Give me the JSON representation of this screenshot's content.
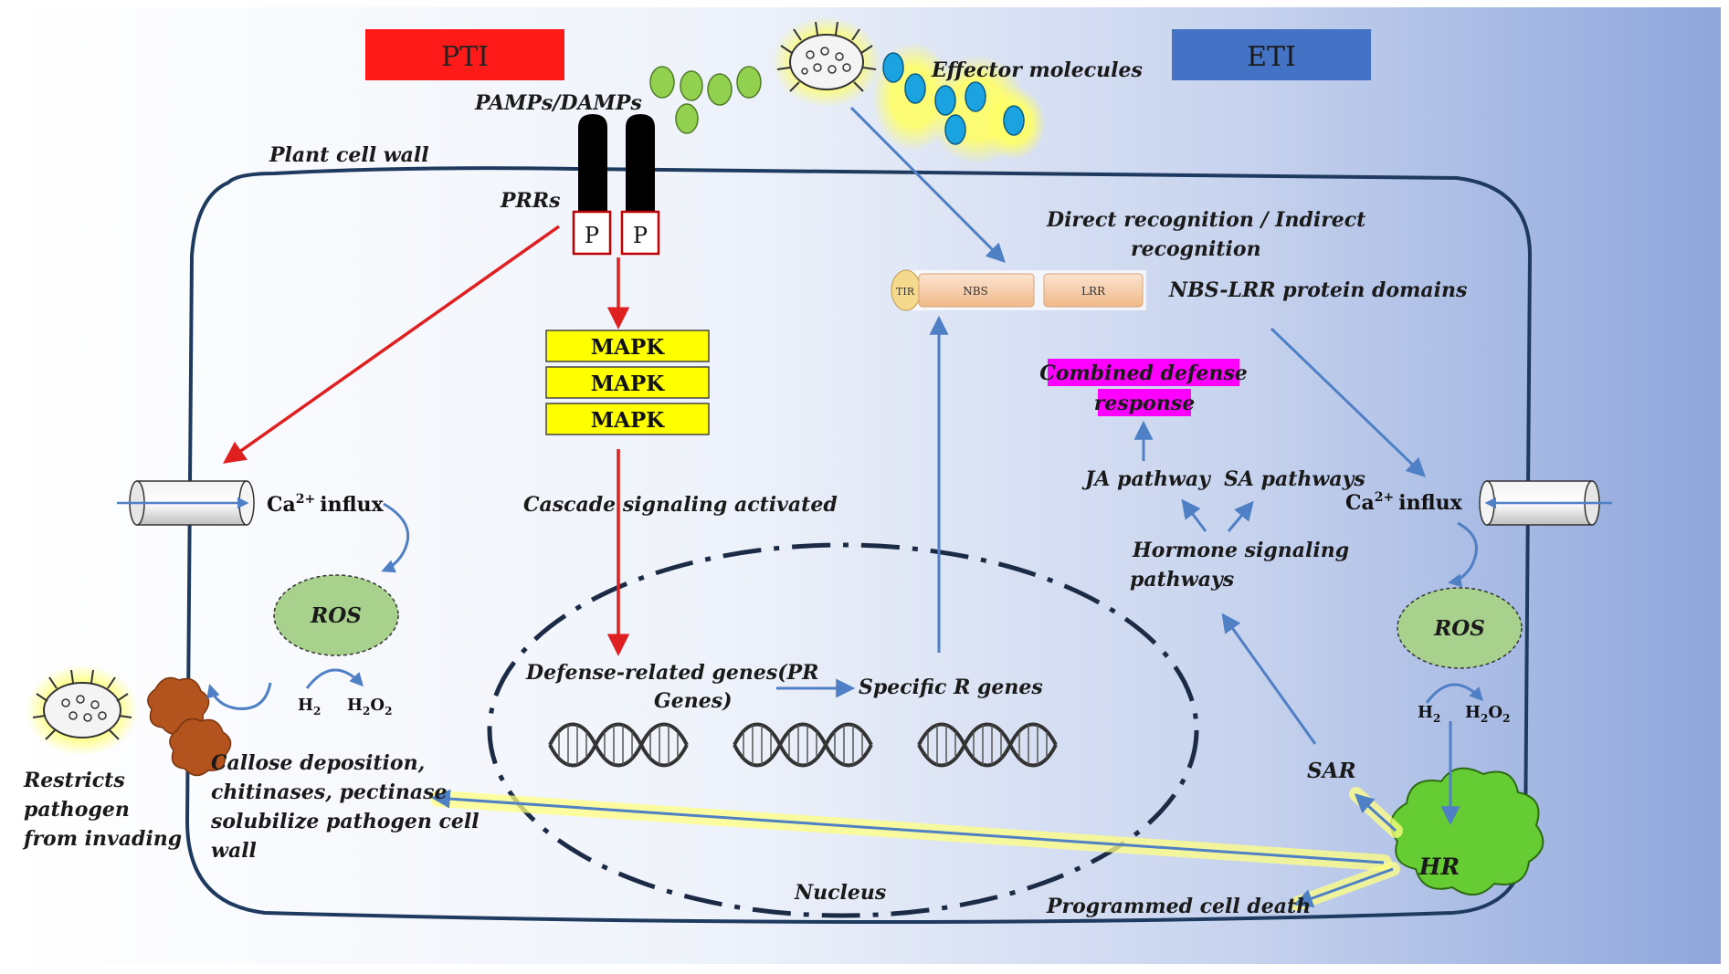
{
  "headers": {
    "pti": "PTI",
    "eti": "ETI"
  },
  "labels": {
    "pamps": "PAMPs/DAMPs",
    "effector": "Effector molecules",
    "cell_wall": "Plant cell wall",
    "prrs": "PRRs",
    "p_letter": "P",
    "mapk": "MAPK",
    "recognition_1": "Direct recognition / Indirect",
    "recognition_2": "recognition",
    "domain_tir": "TIR",
    "domain_nbs": "NBS",
    "domain_lrr": "LRR",
    "nbs_lrr": "NBS-LRR protein domains",
    "combined_1": "Combined defense",
    "combined_2": "response",
    "ja": "JA pathway",
    "sa": "SA pathways",
    "hormone_1": "Hormone signaling",
    "hormone_2": "pathways",
    "ca_influx": "influx",
    "ca_ion": "Ca",
    "ca_charge": "2+",
    "cascade": "Cascade signaling activated",
    "ros": "ROS",
    "h2": "H",
    "h2o2_h": "H",
    "h2o2_o": "O",
    "sub_2": "2",
    "defense_1": "Defense-related genes(PR",
    "defense_2": "Genes)",
    "specific_r": "Specific R genes",
    "restricts_1": "Restricts",
    "restricts_2": "pathogen",
    "restricts_3": "from invading",
    "callose_1": "Callose deposition,",
    "callose_2": "chitinases, pectinase",
    "callose_3": "solubilize pathogen cell",
    "callose_4": "wall",
    "sar": "SAR",
    "hr": "HR",
    "nucleus": "Nucleus",
    "pcd": "Programmed cell death"
  },
  "colors": {
    "pti_red": "#ff1a1a",
    "eti_blue": "#4472c4",
    "mapk_yellow": "#ffff00",
    "combined_magenta": "#ff00ff",
    "arrow_red": "#e02020",
    "arrow_blue": "#4f7fc4",
    "ros_green": "#a9d18e",
    "hr_green": "#66cc33",
    "pamp_green": "#92d050",
    "effector_blue": "#1aa3e0"
  }
}
